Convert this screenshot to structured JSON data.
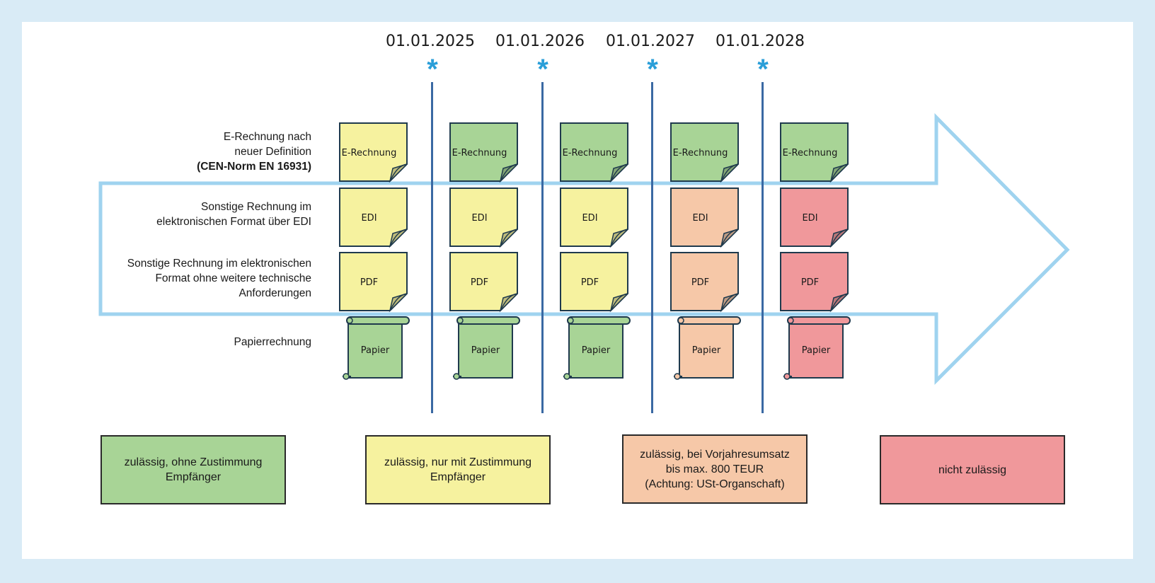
{
  "dates": [
    "01.01.2025",
    "01.01.2026",
    "01.01.2027",
    "01.01.2028"
  ],
  "asterisk": "*",
  "rows": [
    {
      "label_lines": [
        "E-Rechnung nach",
        "neuer Definition"
      ],
      "label_bold": "(CEN-Norm  EN 16931)",
      "doc": "E-Rechnung"
    },
    {
      "label_lines": [
        "Sonstige Rechnung im",
        "elektronischen Format über EDI"
      ],
      "doc": "EDI"
    },
    {
      "label_lines": [
        "Sonstige Rechnung im elektronischen",
        "Format ohne weitere technische",
        "Anforderungen"
      ],
      "doc": "PDF"
    },
    {
      "label_lines": [
        "Papierrechnung"
      ],
      "doc": "Papier"
    }
  ],
  "status_grid": [
    [
      "yellow",
      "green",
      "green",
      "green",
      "green"
    ],
    [
      "yellow",
      "yellow",
      "yellow",
      "orange",
      "red"
    ],
    [
      "yellow",
      "yellow",
      "yellow",
      "orange",
      "red"
    ],
    [
      "green",
      "green",
      "green",
      "orange",
      "red"
    ]
  ],
  "colors": {
    "green": "#a8d496",
    "yellow": "#f6f29f",
    "orange": "#f6c8a8",
    "red": "#f0989b",
    "arrow": "#9fd3ef",
    "line": "#3a69a3",
    "asterisk": "#2a9ed8"
  },
  "legend": [
    {
      "key": "green",
      "lines": [
        "zulässig, ohne Zustimmung",
        "Empfänger"
      ]
    },
    {
      "key": "yellow",
      "lines": [
        "zulässig, nur mit Zustimmung",
        "Empfänger"
      ]
    },
    {
      "key": "orange",
      "lines": [
        "zulässig, bei Vorjahresumsatz",
        "bis max. 800 TEUR",
        "(Achtung: USt-Organschaft)"
      ]
    },
    {
      "key": "red",
      "lines": [
        "nicht zulässig"
      ]
    }
  ]
}
